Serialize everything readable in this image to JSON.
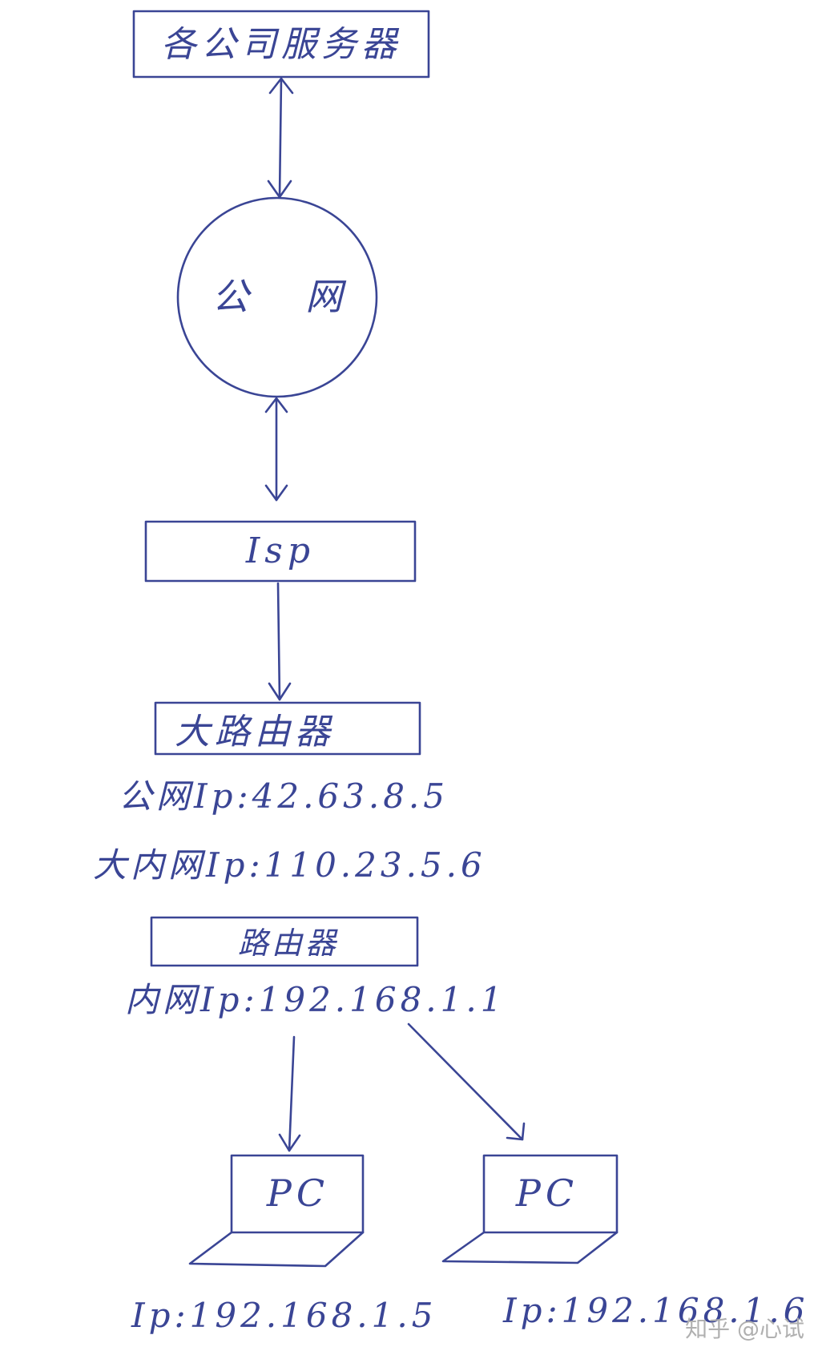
{
  "nodes": {
    "servers": "各公司服务器",
    "internet": "公 网",
    "isp": "Isp",
    "big_router": "大路由器",
    "router": "路由器",
    "pc_left": "PC",
    "pc_right": "PC"
  },
  "info": {
    "big_router_public_ip": "公网Ip:42.63.8.5",
    "big_router_lan_ip": "大内网Ip:110.23.5.6",
    "router_lan_ip": "内网Ip:192.168.1.1",
    "pc_left_ip": "Ip:192.168.1.5",
    "pc_right_ip": "Ip:192.168.1.6"
  },
  "watermark": "知乎 @心试",
  "colors": {
    "ink": "#3a4595",
    "watermark": "#b0b0b0",
    "background": "#ffffff"
  }
}
